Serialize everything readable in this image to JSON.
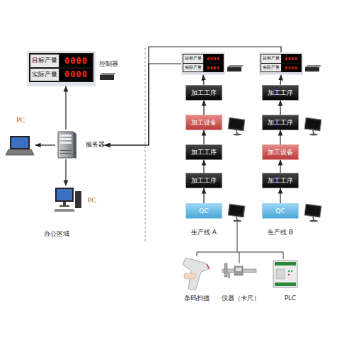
{
  "diagram": {
    "nodes": [
      {
        "text": [
          "目标产量",
          "0000",
          "实际产量",
          "0000"
        ]
      },
      {
        "text": [
          "控制器"
        ]
      },
      {
        "text": [
          "目标产量",
          "0000",
          "实际产量",
          "0000"
        ]
      },
      {
        "text": [
          "目标产量",
          "0000",
          "实际产量",
          "0000"
        ]
      },
      {
        "text": [
          "PC"
        ]
      },
      {
        "text": [
          "服务器"
        ]
      },
      {
        "text": [
          "PC"
        ]
      },
      {
        "text": [
          "加工工序"
        ]
      },
      {
        "text": [
          "加工工序"
        ]
      },
      {
        "text": [
          "加工设备"
        ]
      },
      {
        "text": [
          "加工工序"
        ]
      },
      {
        "text": [
          "加工工序"
        ]
      },
      {
        "text": [
          "加工设备"
        ]
      },
      {
        "text": [
          "加工工序"
        ]
      },
      {
        "text": [
          "加工工序"
        ]
      },
      {
        "text": [
          "QC"
        ]
      },
      {
        "text": [
          "QC"
        ]
      }
    ],
    "edges": [
      {
        "from": 5,
        "to": 0,
        "arrow": "to"
      },
      {
        "from": 5,
        "to": 4,
        "arrow": "to"
      },
      {
        "from": 5,
        "to": 6,
        "arrow": "to"
      },
      {
        "from": 2,
        "to": 5,
        "arrow": "to"
      },
      {
        "from": 3,
        "to": 5,
        "arrow": "to"
      },
      {
        "from": 15,
        "to": 13,
        "arrow": "to"
      },
      {
        "from": 13,
        "to": 11,
        "arrow": "to"
      },
      {
        "from": 11,
        "to": 9,
        "arrow": "to"
      },
      {
        "from": 9,
        "to": 7,
        "arrow": "to"
      },
      {
        "from": 7,
        "to": 2,
        "arrow": "to"
      },
      {
        "from": 16,
        "to": 14,
        "arrow": "to"
      },
      {
        "from": 14,
        "to": 12,
        "arrow": "to"
      },
      {
        "from": 12,
        "to": 10,
        "arrow": "to"
      },
      {
        "from": 10,
        "to": 8,
        "arrow": "to"
      },
      {
        "from": 8,
        "to": 3,
        "arrow": "to"
      }
    ],
    "labels": [
      "办公区域",
      "生产线 A",
      "生产线 B",
      "条码扫描",
      "仪器（卡尺）",
      "PLC"
    ]
  }
}
